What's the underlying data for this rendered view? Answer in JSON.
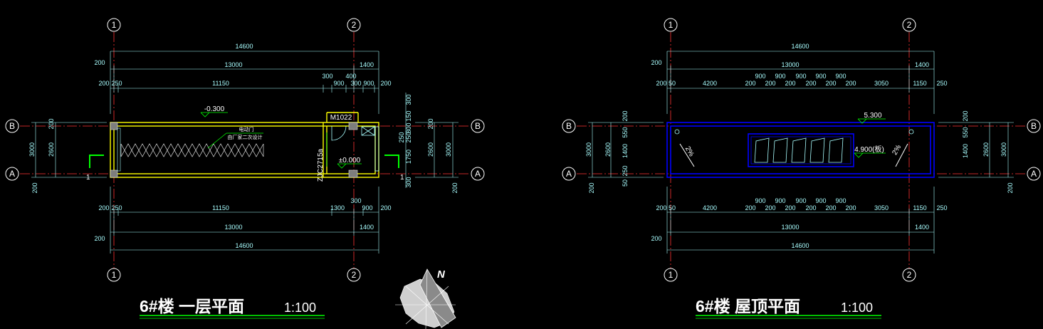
{
  "grid": {
    "axis_1": "1",
    "axis_2": "2",
    "axis_A": "A",
    "axis_B": "B"
  },
  "plan1": {
    "title": "6#楼  一层平面",
    "scale": "1:100",
    "dims_top": {
      "overall": "14600",
      "axes": "13000",
      "left_ext": "200",
      "right_ext": "1400",
      "wall_a": "200",
      "wall_b": "250",
      "room": "11150",
      "seg_300": "300",
      "seg_900a": "900",
      "seg_400": "400",
      "seg_300b": "300",
      "seg_900b": "900",
      "seg_200": "200"
    },
    "dims_bottom": {
      "wall_a": "200",
      "wall_b": "250",
      "room": "11150",
      "seg_1300": "1300",
      "seg_300": "300",
      "seg_900": "900",
      "seg_200": "200",
      "axes": "13000",
      "right_ext": "1400",
      "overall": "14600",
      "left_ext": "200"
    },
    "dims_left": {
      "overall": "3000",
      "inner": "2600",
      "top": "200",
      "bottom": "200"
    },
    "dims_right": {
      "overall": "3000",
      "inner": "2600",
      "top": "200",
      "bottom": "200",
      "v1": "300",
      "v2": "150",
      "v3": "800",
      "v4": "250",
      "v5": "250",
      "v6": "1750",
      "v7": "300"
    },
    "elev_outside": "-0.300",
    "elev_inside": "±0.000",
    "door_tag": "M1022",
    "window_tag": "ZJC2715a",
    "note_1": "电动门",
    "note_2": "由厂家二次设计",
    "section_mark": "1"
  },
  "plan2": {
    "title": "6#楼  屋顶平面",
    "scale": "1:100",
    "dims_top": {
      "overall": "14600",
      "axes": "13000",
      "left_ext": "200",
      "right_ext": "1400",
      "wall_a": "200",
      "wall_b": "50",
      "seg_4200": "4200",
      "seg_200": "200",
      "seg_900": "900",
      "seg_3050": "3050",
      "seg_1150": "1150",
      "seg_250": "250"
    },
    "dims_left": {
      "overall": "3000",
      "inner": "2600",
      "bottom": "200",
      "v_1400": "1400",
      "v_550": "550",
      "v_200": "200",
      "v_250": "250",
      "v_50": "50"
    },
    "elev_top": "5.300",
    "elev_skylight": "4.900(板)",
    "slope": "2%"
  },
  "north": {
    "label": "N"
  },
  "colors": {
    "background": "#000000",
    "dimension": "#a8fdfe",
    "wall": "#ffff00",
    "grid": "#ff0000",
    "roof": "#0000ff",
    "underline": "#00c000",
    "text": "#ffffff"
  }
}
